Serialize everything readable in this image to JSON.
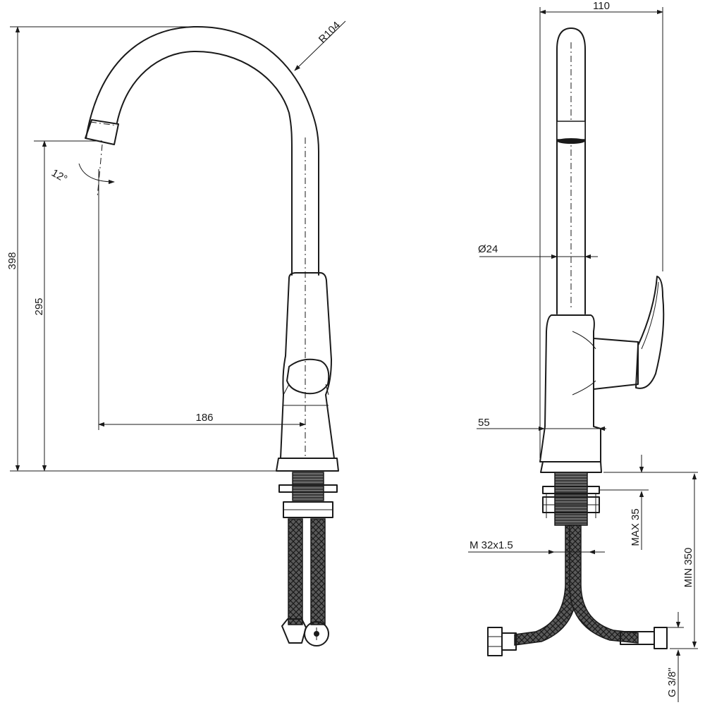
{
  "dimensions": {
    "radius": "R104",
    "height_total": "398",
    "height_spout": "295",
    "reach": "186",
    "angle": "12°",
    "width": "110",
    "pipe_diameter": "Ø24",
    "base_diameter": "55",
    "thread": "M 32x1.5",
    "max_thickness": "MAX 35",
    "min_hose": "MIN 350",
    "connection": "G 3/8\""
  }
}
